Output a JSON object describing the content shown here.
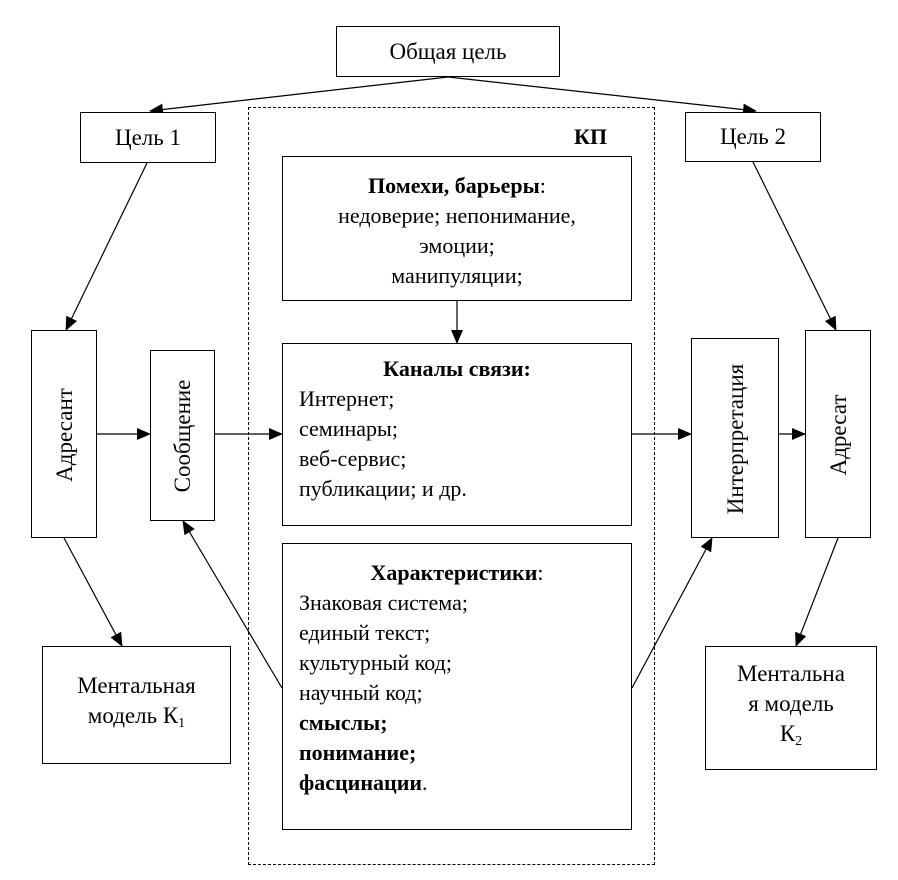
{
  "top": {
    "label": "Общая цель"
  },
  "goal1": {
    "label": "Цель 1"
  },
  "goal2": {
    "label": "Цель 2"
  },
  "kp": {
    "label": "КП"
  },
  "barriers": {
    "title": "Помехи, барьеры",
    "colon": ":",
    "lines": [
      "недоверие; непонимание,",
      "эмоции;",
      "манипуляции;"
    ]
  },
  "channels": {
    "title": "Каналы связи:",
    "lines": [
      "Интернет;",
      "семинары;",
      "веб-сервис;",
      "публикации; и др."
    ]
  },
  "characteristics": {
    "title": "Характеристики",
    "colon": ":",
    "lines": [
      "Знаковая система;",
      "единый текст;",
      "культурный код;",
      "научный код;"
    ],
    "bold_lines": [
      "смыслы;",
      "понимание;"
    ],
    "last_bold": "фасцинации",
    "last_tail": "."
  },
  "sender": {
    "label": "Адресант"
  },
  "message": {
    "label": "Сообщение"
  },
  "interpretation": {
    "label": "Интерпретация"
  },
  "recipient": {
    "label": "Адресат"
  },
  "model1": {
    "line1": "Ментальная",
    "line2": "модель К",
    "sub": "1"
  },
  "model2": {
    "line1": "Ментальна",
    "line2": "я модель",
    "line3": "К",
    "sub": "2"
  }
}
